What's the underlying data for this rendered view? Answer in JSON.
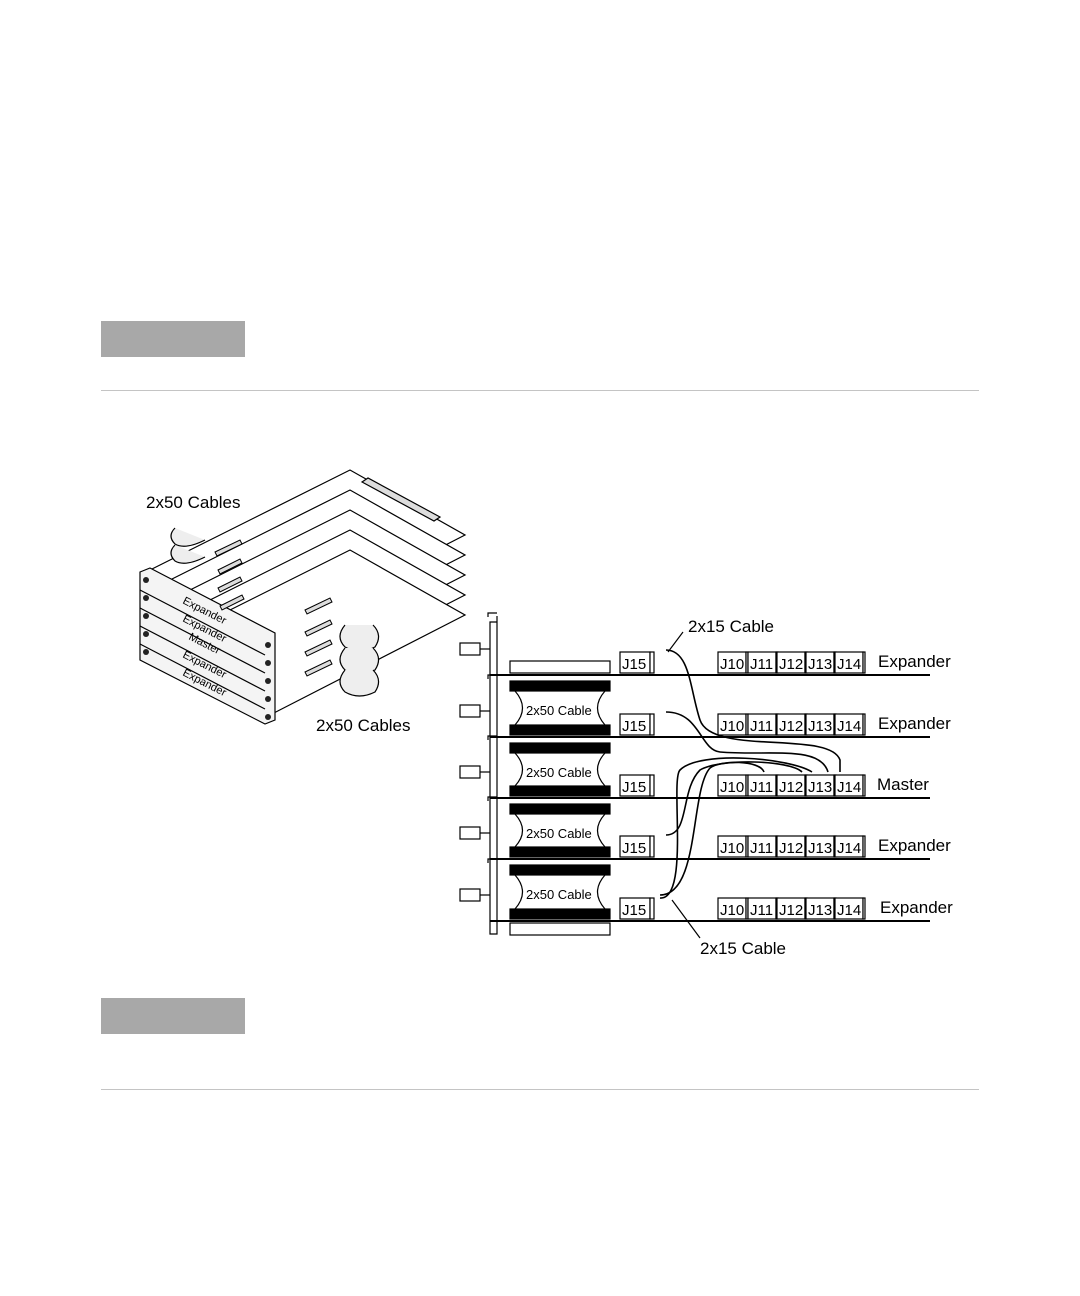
{
  "diagram": {
    "left_label": "2x50 Cables",
    "bottom_left_label": "2x50 Cables",
    "top_cable_label": "2x15 Cable",
    "bottom_cable_label": "2x15 Cable",
    "mid_cable_label": "2x50 Cable",
    "stack_labels": [
      "Expander",
      "Expander",
      "Master",
      "Expander",
      "Expander"
    ],
    "boards": [
      {
        "name": "Expander",
        "connectors": [
          "J15",
          "J10",
          "J11",
          "J12",
          "J13",
          "J14"
        ]
      },
      {
        "name": "Expander",
        "connectors": [
          "J15",
          "J10",
          "J11",
          "J12",
          "J13",
          "J14"
        ]
      },
      {
        "name": "Master",
        "connectors": [
          "J15",
          "J10",
          "J11",
          "J12",
          "J13",
          "J14"
        ]
      },
      {
        "name": "Expander",
        "connectors": [
          "J15",
          "J10",
          "J11",
          "J12",
          "J13",
          "J14"
        ]
      },
      {
        "name": "Expander",
        "connectors": [
          "J15",
          "J10",
          "J11",
          "J12",
          "J13",
          "J14"
        ]
      }
    ]
  }
}
